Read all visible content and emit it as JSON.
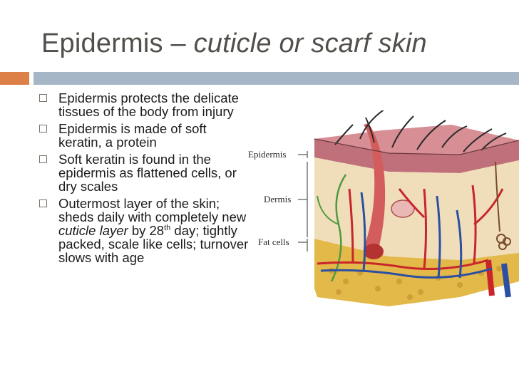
{
  "slide": {
    "title_main": "Epidermis – ",
    "title_italic": "cuticle or scarf skin"
  },
  "bullets": [
    {
      "text": "Epidermis protects the delicate tissues of the body from injury"
    },
    {
      "text": "Epidermis is made of soft keratin, a protein"
    },
    {
      "text": "Soft keratin is found in the epidermis as flattened cells, or dry scales"
    },
    {
      "part1": "Outermost layer of the skin; sheds daily with completely new ",
      "italic": "cuticle layer",
      "part2": " by 28",
      "sup": "th",
      "part3": " day; tightly packed, scale like cells; turnover slows with age"
    }
  ],
  "diagram": {
    "labels": {
      "epidermis": "Epidermis",
      "dermis": "Dermis",
      "fat": "Fat cells"
    }
  },
  "colors": {
    "title": "#524f4a",
    "accent": "#dd8047",
    "bar": "#a5b6c6",
    "epidermis": "#c0707a",
    "dermis": "#f0deba",
    "fat": "#e3b94a",
    "artery": "#c9252b",
    "vein": "#2d4fa2"
  }
}
